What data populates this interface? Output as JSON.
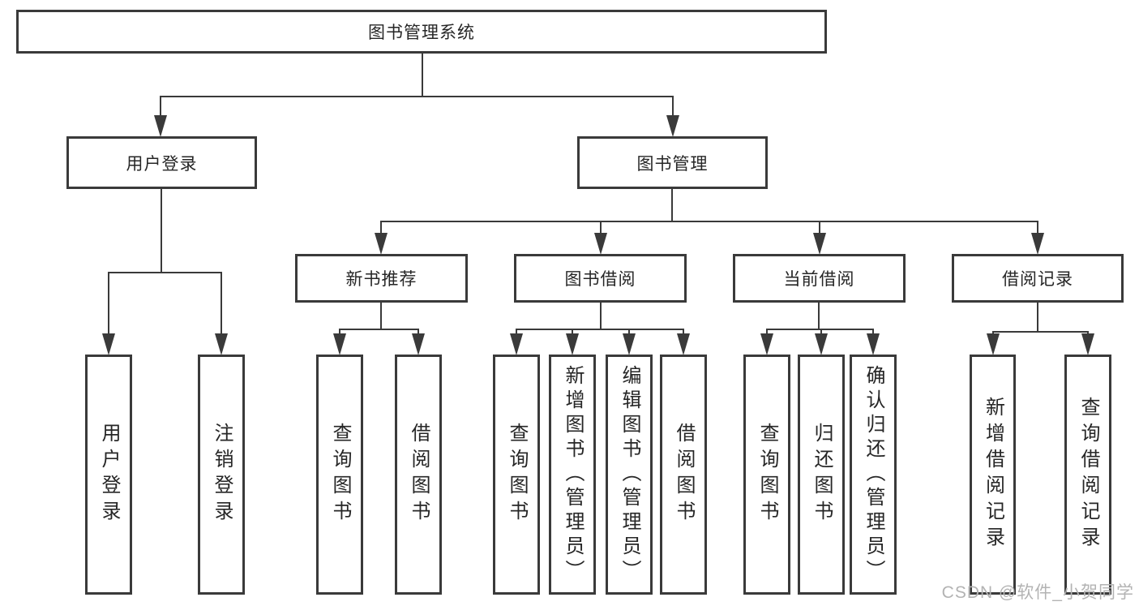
{
  "diagram_type": "hierarchy-tree",
  "tree": {
    "root": {
      "label": "图书管理系统"
    },
    "branches": [
      {
        "label": "用户登录",
        "children": [
          {
            "label": "用户登录"
          },
          {
            "label": "注销登录"
          }
        ]
      },
      {
        "label": "图书管理",
        "children": [
          {
            "label": "新书推荐",
            "children": [
              {
                "label": "查询图书"
              },
              {
                "label": "借阅图书"
              }
            ]
          },
          {
            "label": "图书借阅",
            "children": [
              {
                "label": "查询图书"
              },
              {
                "label": "新增图书（管理员）"
              },
              {
                "label": "编辑图书（管理员）"
              },
              {
                "label": "借阅图书"
              }
            ]
          },
          {
            "label": "当前借阅",
            "children": [
              {
                "label": "查询图书"
              },
              {
                "label": "归还图书"
              },
              {
                "label": "确认归还（管理员）"
              }
            ]
          },
          {
            "label": "借阅记录",
            "children": [
              {
                "label": "新增借阅记录"
              },
              {
                "label": "查询借阅记录"
              }
            ]
          }
        ]
      }
    ]
  },
  "watermark": {
    "text": "CSDN @软件_小贺同学"
  },
  "colors": {
    "line": "#3a3a3a",
    "text": "#262626",
    "background": "#ffffff",
    "watermark": "#b3b3b3"
  }
}
